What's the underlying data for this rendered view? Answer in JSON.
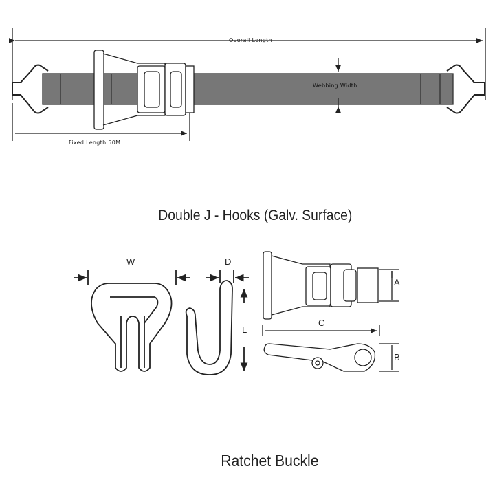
{
  "top_diagram": {
    "overall_length_label": "Overall Length",
    "webbing_width_label": "Webbing Width",
    "fixed_length_label": "Fixed Length.50M",
    "strap_color": "#777777"
  },
  "hooks_section": {
    "title": "Double J - Hooks (Galv. Surface)",
    "dim_w": "W",
    "dim_d": "D",
    "dim_l": "L"
  },
  "buckle_section": {
    "title": "Ratchet Buckle",
    "dim_a": "A",
    "dim_b": "B",
    "dim_c": "C"
  }
}
